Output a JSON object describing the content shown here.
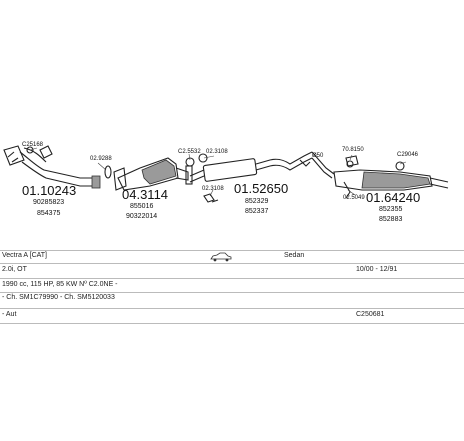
{
  "parts": {
    "front_pipe": {
      "number": "01.10243",
      "sub1": "90285823",
      "sub2": "854375",
      "clamp": "C25168"
    },
    "gasket_a": {
      "number": "02.9288"
    },
    "catalyst": {
      "number": "04.3114",
      "sub1": "855016",
      "sub2": "90322014"
    },
    "clamp_mid": {
      "number": "C2.5532"
    },
    "ring_a": {
      "number": "02.3108"
    },
    "ring_b": {
      "number": "02.3108"
    },
    "middle_silencer": {
      "number": "01.52650",
      "sub1": "852329",
      "sub2": "852337"
    },
    "marker": {
      "text": "Ø50"
    },
    "fitting_a": {
      "number": "70.8150"
    },
    "clamp_rear": {
      "number": "C29046"
    },
    "ring_c": {
      "number": "02.5049"
    },
    "rear_silencer": {
      "number": "01.64240",
      "sub1": "852355",
      "sub2": "852883"
    }
  },
  "info": {
    "model": "Vectra A [CAT]",
    "body": "Sedan",
    "engine": "2.0i, OT",
    "years": "10/00 - 12/91",
    "spec": "1990 cc, 115 HP, 85 KW Nº C2.0NE -",
    "chassis": "- Ch. SM1C79990 - Ch. SM5120033",
    "trans": "- Aut",
    "code": "C250681"
  }
}
